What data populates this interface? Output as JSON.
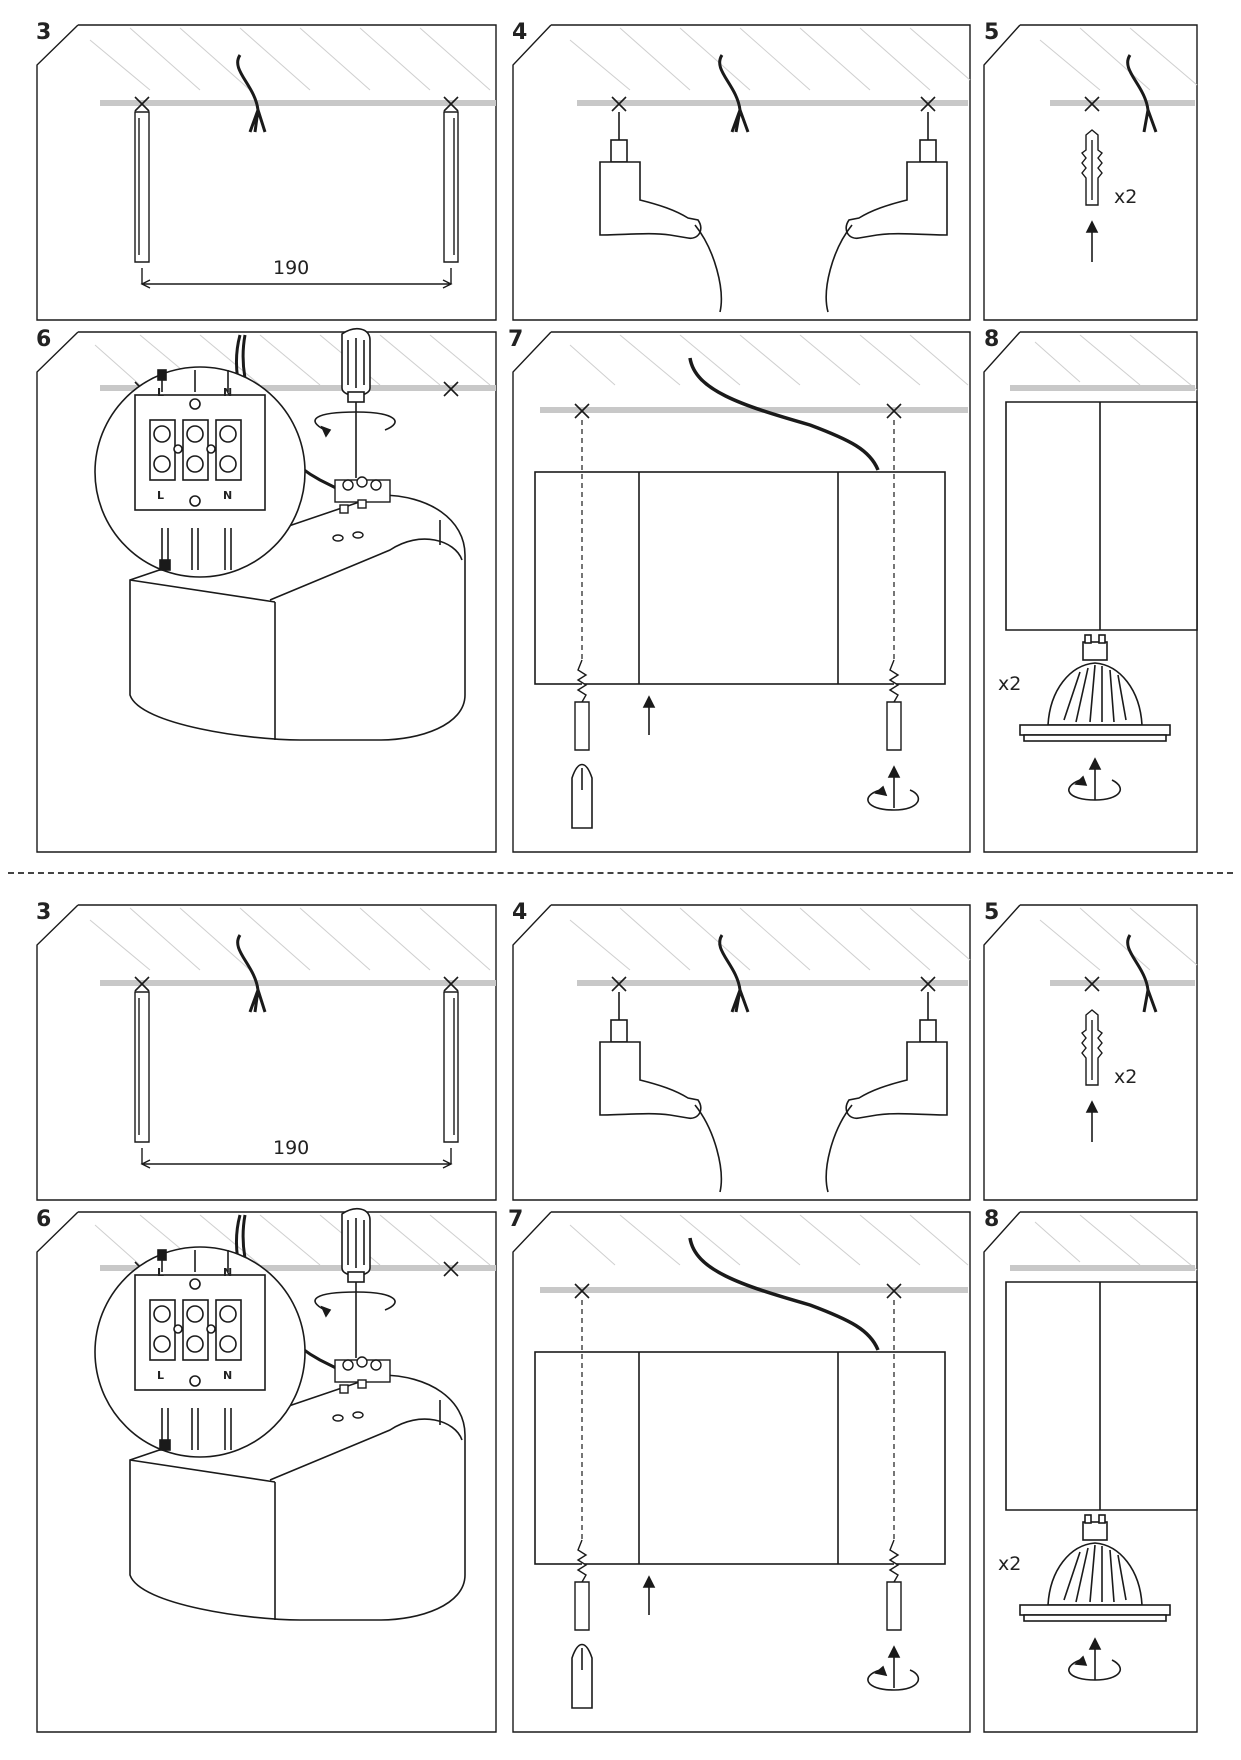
{
  "sheets": [
    {
      "steps": {
        "s3": {
          "number": "3",
          "distance": "190"
        },
        "s4": {
          "number": "4"
        },
        "s5": {
          "number": "5",
          "qty": "x2"
        },
        "s6": {
          "number": "6",
          "terminal_top": [
            "L",
            "N"
          ],
          "terminal_bottom": [
            "L",
            "N"
          ]
        },
        "s7": {
          "number": "7"
        },
        "s8": {
          "number": "8",
          "qty": "x2"
        }
      }
    },
    {
      "steps": {
        "s3": {
          "number": "3",
          "distance": "190"
        },
        "s4": {
          "number": "4"
        },
        "s5": {
          "number": "5",
          "qty": "x2"
        },
        "s6": {
          "number": "6",
          "terminal_top": [
            "L",
            "N"
          ],
          "terminal_bottom": [
            "L",
            "N"
          ]
        },
        "s7": {
          "number": "7"
        },
        "s8": {
          "number": "8",
          "qty": "x2"
        }
      }
    }
  ],
  "icons": [
    "ceiling-hatch-icon",
    "power-cable-icon",
    "drill-mark-icon",
    "wall-plug-icon",
    "drill-icon",
    "screwdriver-icon",
    "rotate-arrow-icon",
    "up-arrow-icon",
    "terminal-block-icon",
    "gu10-bulb-icon",
    "lamp-body-icon"
  ],
  "colors": {
    "line": "#1a1a1a",
    "ceiling": "#c8c8c8",
    "hatch": "#cfcfcf"
  }
}
